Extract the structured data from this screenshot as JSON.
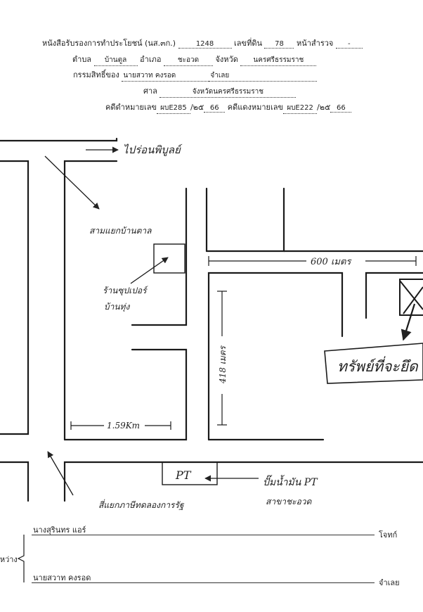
{
  "header": {
    "line1": {
      "doc_label": "หนังสือรับรองการทำประโยชน์ (นส.๓ก.)",
      "doc_no": "1248",
      "land_label": "เลขที่ดิน",
      "land_no": "78",
      "page_label": "หน้าสำรวจ",
      "page_no": "-"
    },
    "line2": {
      "tambon_label": "ตำบล",
      "tambon": "บ้านตูล",
      "amphoe_label": "อำเภอ",
      "amphoe": "ชะอวด",
      "province_label": "จังหวัด",
      "province": "นครศรีธรรมราช"
    },
    "line3": {
      "owner_label": "กรรมสิทธิ์ของ",
      "owner": "นายสวาท คงรอด",
      "role": "จำเลย"
    },
    "line4": {
      "court_label": "ศาล",
      "court": "จังหวัดนครศรีธรรมราช"
    },
    "line5": {
      "black_label": "คดีดำหมายเลข",
      "black_no": "ผบE285",
      "black_sep": "/๒๕",
      "black_year": "66",
      "red_label": "คดีแดงหมายเลข",
      "red_no": "ผบE222",
      "red_sep": "/๒๕",
      "red_year": "66"
    }
  },
  "map": {
    "to_label": "ไปร่อนพิบูลย์",
    "junction_label": "สามแยกบ้านตาล",
    "shop_label_1": "ร้านซุปเปอร์",
    "shop_label_2": "บ้านทุ่ง",
    "dist_600": "600 เมตร",
    "dist_418": "418 เมตร",
    "dist_km": "1.59Km",
    "target_label": "ทรัพย์ที่จะยึด",
    "pt_box": "PT",
    "pt_label_1": "ปั๊มน้ำมัน PT",
    "pt_label_2": "สาขาชะอวด",
    "junction2_label": "สี่แยกภาษีทดลองการรัฐ"
  },
  "parties": {
    "plaintiff_name": "นางสุรินทร แอร์",
    "plaintiff_role": "โจทก์",
    "between_label": "ระหว่าง",
    "defendant_name": "นายสวาท คงรอด",
    "defendant_role": "จำเลย"
  }
}
